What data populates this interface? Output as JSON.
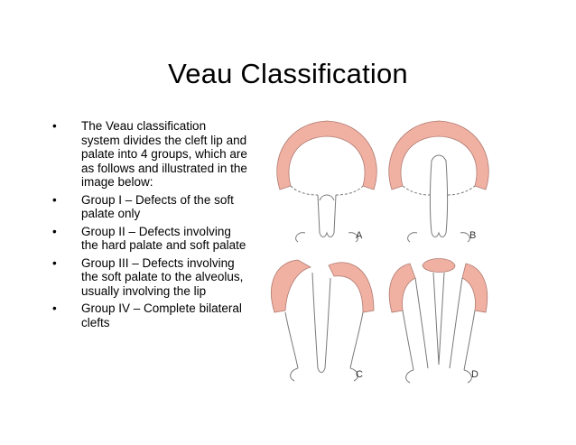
{
  "slide": {
    "title": "Veau Classification",
    "bullets": [
      "The Veau classification system divides the cleft lip and palate into 4 groups, which are as follows and illustrated in the image below:",
      "Group I – Defects of the soft palate only",
      "Group II – Defects involving the hard palate and soft palate",
      "Group III – Defects involving the soft palate to the alveolus, usually involving the lip",
      "Group IV – Complete bilateral clefts"
    ]
  },
  "figure": {
    "panel_labels": [
      "A",
      "B",
      "C",
      "D"
    ],
    "colors": {
      "alveolus_fill": "#f0b1a3",
      "outline": "#7a7a7a"
    }
  }
}
